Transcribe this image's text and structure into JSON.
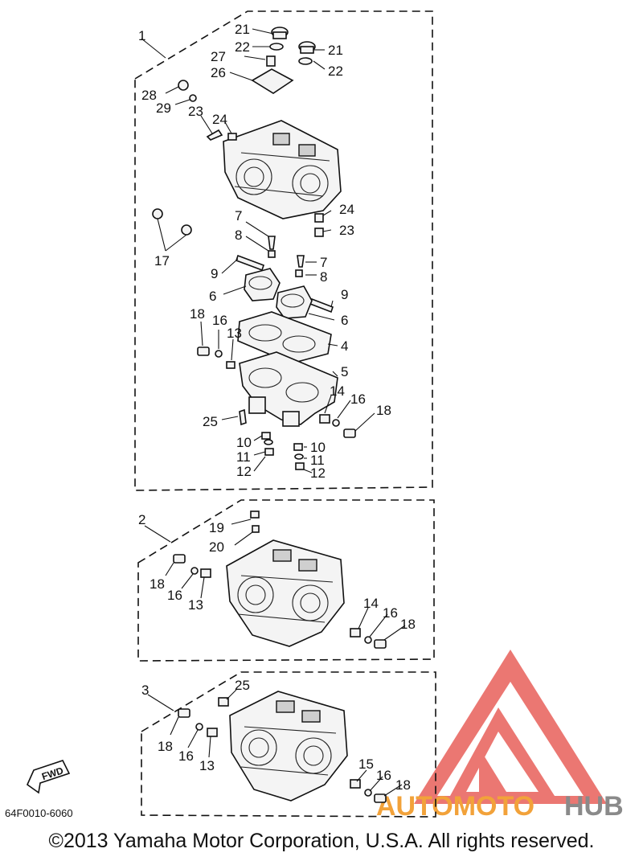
{
  "figure": {
    "reference_code": "64F0010-6060",
    "copyright": "©2013 Yamaha Motor Corporation, U.S.A. All rights reserved.",
    "fwd_label": "FWD"
  },
  "watermark": {
    "brand_primary": "AUTOMOTO",
    "brand_secondary": "HUB",
    "colors": {
      "primary": "#f2a23a",
      "secondary": "#8a8a8a",
      "logo": "#e8605a"
    }
  },
  "callouts": {
    "c1": "1",
    "c2": "2",
    "c3": "3",
    "c4": "4",
    "c5": "5",
    "c6": "6",
    "c7": "7",
    "c8": "8",
    "c9": "9",
    "c10": "10",
    "c11": "11",
    "c12": "12",
    "c13": "13",
    "c14": "14",
    "c15": "15",
    "c16": "16",
    "c17": "17",
    "c18": "18",
    "c19": "19",
    "c20": "20",
    "c21": "21",
    "c22": "22",
    "c23": "23",
    "c24": "24",
    "c25": "25",
    "c26": "26",
    "c27": "27",
    "c28": "28",
    "c29": "29"
  }
}
